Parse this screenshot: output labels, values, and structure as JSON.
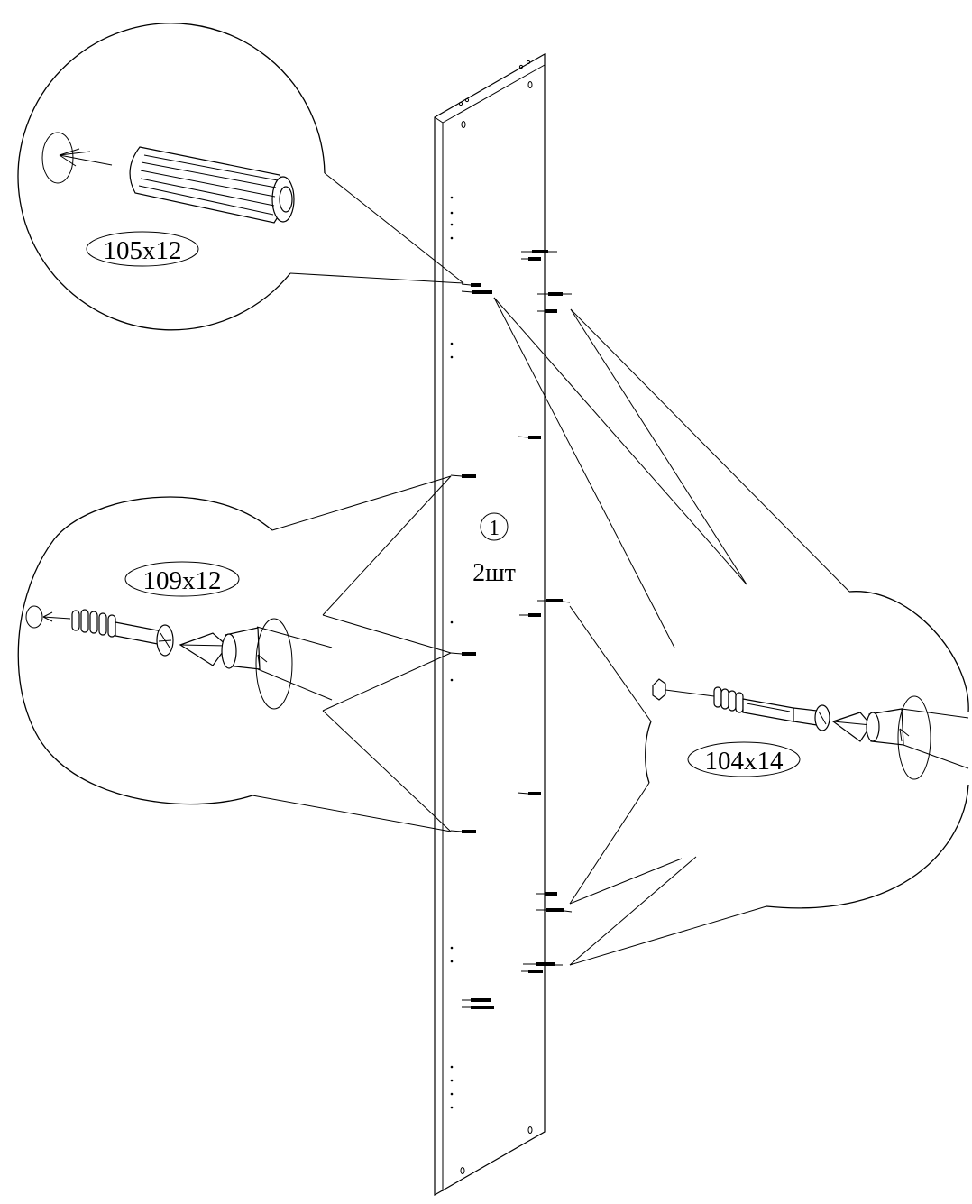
{
  "diagram": {
    "panel": {
      "number": "1",
      "quantity": "2шт"
    },
    "callouts": {
      "dowel": {
        "code": "105x12"
      },
      "cam_bolt": {
        "code": "109x12"
      },
      "confirmat": {
        "code": "104x14"
      }
    }
  },
  "colors": {
    "ink": "#000000",
    "paper": "#ffffff"
  }
}
